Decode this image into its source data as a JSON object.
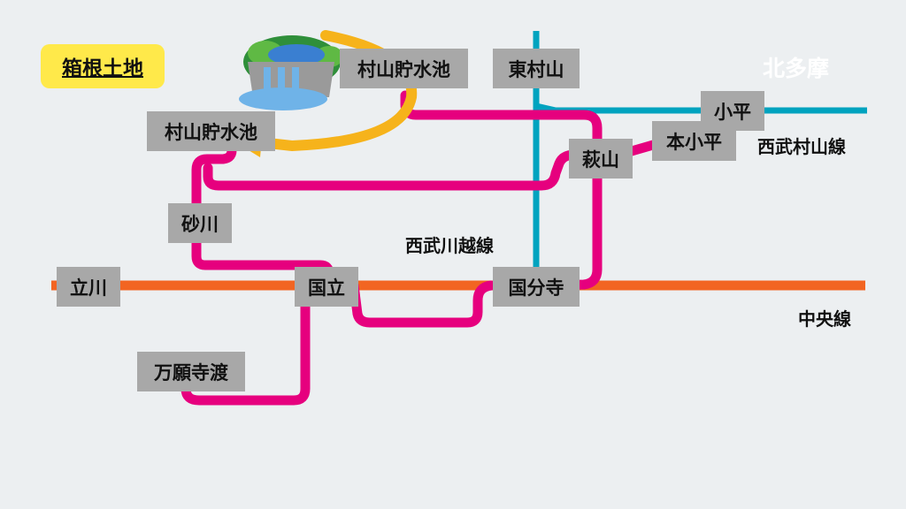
{
  "brand": {
    "label": "箱根土地",
    "color": "#ffe94a"
  },
  "region_label": "北多摩",
  "lines": [
    {
      "id": "chuo",
      "name": "中央線",
      "color": "#f26522"
    },
    {
      "id": "seibu_kawagoe",
      "name": "西武川越線",
      "color": "#e6007e"
    },
    {
      "id": "seibu_murayama",
      "name": "西武村山線",
      "color": "#00a3bf"
    },
    {
      "id": "tokyo_line",
      "name": "",
      "color": "#00a3bf"
    }
  ],
  "stations": {
    "tachikawa": "立川",
    "kunitachi": "国立",
    "kokubunji": "国分寺",
    "sunagawa": "砂川",
    "murayama_chosui_a": "村山貯水池",
    "murayama_chosui_b": "村山貯水池",
    "higashimurayama": "東村山",
    "kodaira": "小平",
    "hagiyama": "萩山",
    "honkodaira": "本小平",
    "mangan": "万願寺渡"
  },
  "illustration": {
    "icon": "dam-reservoir-icon",
    "arrow_icon": "curved-arrow-icon",
    "arrow_color": "#f6b31b"
  }
}
